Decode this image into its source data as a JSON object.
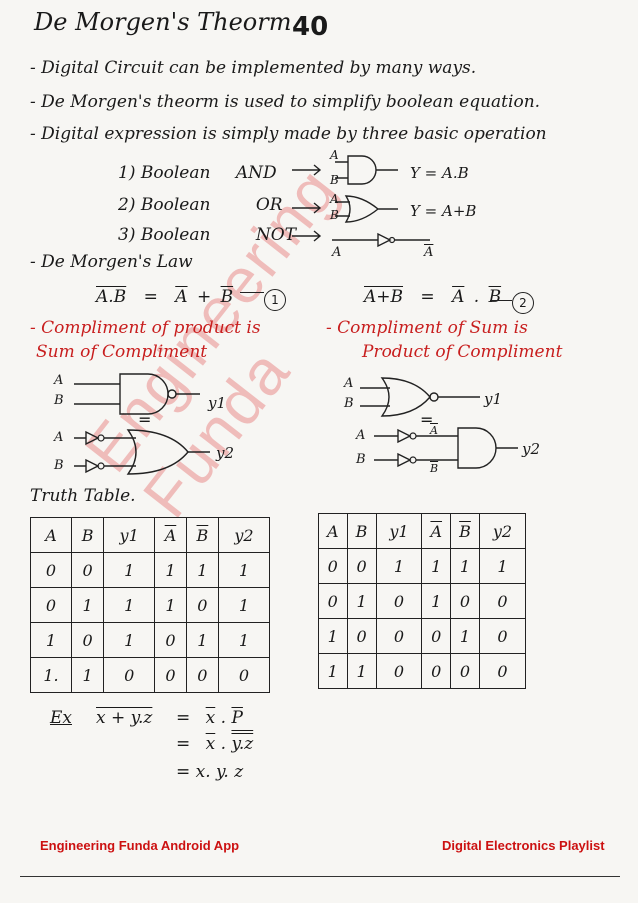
{
  "header": {
    "title": "De Morgen's Theorm",
    "page_number": "40"
  },
  "intro": {
    "line1": "- Digital Circuit can be implemented by many ways.",
    "line2": "- De Morgen's theorm is used to simplify boolean equation.",
    "line3": "- Digital expression is simply made by three basic operation"
  },
  "operations": [
    {
      "num": "1)",
      "name": "Boolean",
      "op": "AND",
      "result": "Y = A.B",
      "in_a": "A",
      "in_b": "B"
    },
    {
      "num": "2)",
      "name": "Boolean",
      "op": "OR",
      "result": "Y = A+B",
      "in_a": "A",
      "in_b": "B"
    },
    {
      "num": "3)",
      "name": "Boolean",
      "op": "NOT",
      "in": "A",
      "out": "A"
    }
  ],
  "law": {
    "heading": "- De Morgen's Law",
    "eq1_lhs": "A.B",
    "eq1_eq": "=",
    "eq1_a": "A",
    "eq1_plus": "+",
    "eq1_b": "B",
    "eq1_num": "1",
    "eq1_desc1": "- Compliment of product is",
    "eq1_desc2": "Sum of Compliment",
    "eq2_lhs": "A+B",
    "eq2_eq": "=",
    "eq2_a": "A",
    "eq2_dot": ".",
    "eq2_b": "B",
    "eq2_num": "2",
    "eq2_desc1": "- Compliment of Sum is",
    "eq2_desc2": "Product of Compliment"
  },
  "circuits": {
    "left_top_a": "A",
    "left_top_b": "B",
    "left_top_out": "y1",
    "equals": "=",
    "left_bot_a": "A",
    "left_bot_b": "B",
    "left_bot_out": "y2",
    "right_top_a": "A",
    "right_top_b": "B",
    "right_top_out": "y1",
    "right_bot_a": "A",
    "right_bot_b": "B",
    "right_bot_out": "y2",
    "right_bot_abar": "A",
    "right_bot_bbar": "B"
  },
  "truth_table_label": "Truth Table.",
  "table1": {
    "headers": [
      "A",
      "B",
      "y1",
      "A",
      "B",
      "y2"
    ],
    "rows": [
      [
        "0",
        "0",
        "1",
        "1",
        "1",
        "1"
      ],
      [
        "0",
        "1",
        "1",
        "1",
        "0",
        "1"
      ],
      [
        "1",
        "0",
        "1",
        "0",
        "1",
        "1"
      ],
      [
        "1.",
        "1",
        "0",
        "0",
        "0",
        "0"
      ]
    ]
  },
  "table2": {
    "headers": [
      "A",
      "B",
      "y1",
      "A",
      "B",
      "y2"
    ],
    "rows": [
      [
        "0",
        "0",
        "1",
        "1",
        "1",
        "1"
      ],
      [
        "0",
        "1",
        "0",
        "1",
        "0",
        "0"
      ],
      [
        "1",
        "0",
        "0",
        "0",
        "1",
        "0"
      ],
      [
        "1",
        "1",
        "0",
        "0",
        "0",
        "0"
      ]
    ]
  },
  "example": {
    "label": "Ex",
    "lhs": "x + y.z",
    "line1_eq": "=",
    "line1_rhs_x": "x",
    "line1_rhs_dot": ".",
    "line1_rhs_p": "P",
    "line2_eq": "=",
    "line2_x": "x",
    "line2_dot": ".",
    "line2_yz": "y.z",
    "line3": "= x. y. z"
  },
  "watermark": "Engineering Funda",
  "footer": {
    "left": "Engineering Funda Android App",
    "right": "Digital Electronics Playlist"
  }
}
